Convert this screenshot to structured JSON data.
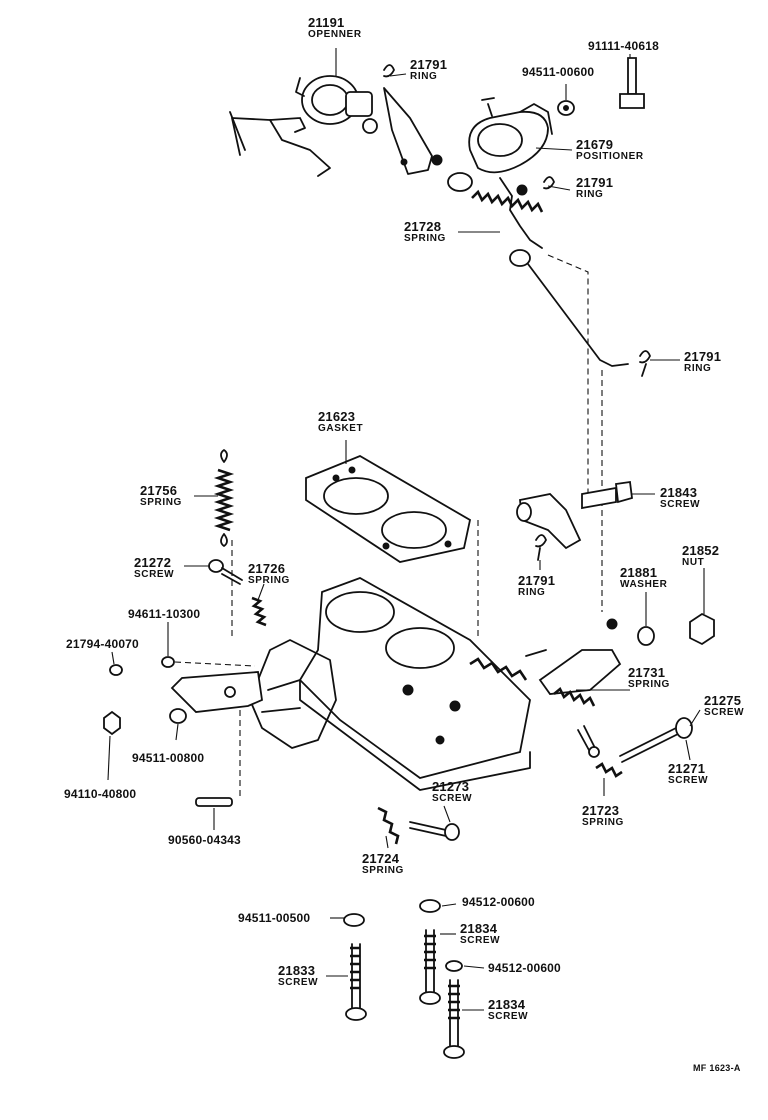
{
  "diagram_title": "",
  "footer_code": "MF 1623-A",
  "callouts": {
    "c21191": {
      "number": "21191",
      "name": "OPENNER"
    },
    "c21791a": {
      "number": "21791",
      "name": "RING"
    },
    "c91111": {
      "number": "91111-40618",
      "name": ""
    },
    "c94511a": {
      "number": "94511-00600",
      "name": ""
    },
    "c21679": {
      "number": "21679",
      "name": "POSITIONER"
    },
    "c21791b": {
      "number": "21791",
      "name": "RING"
    },
    "c21728": {
      "number": "21728",
      "name": "SPRING"
    },
    "c21791c": {
      "number": "21791",
      "name": "RING"
    },
    "c21623": {
      "number": "21623",
      "name": "GASKET"
    },
    "c21756": {
      "number": "21756",
      "name": "SPRING"
    },
    "c21843": {
      "number": "21843",
      "name": "SCREW"
    },
    "c21852": {
      "number": "21852",
      "name": "NUT"
    },
    "c21272": {
      "number": "21272",
      "name": "SCREW"
    },
    "c21726": {
      "number": "21726",
      "name": "SPRING"
    },
    "c21791d": {
      "number": "21791",
      "name": "RING"
    },
    "c21881": {
      "number": "21881",
      "name": "WASHER"
    },
    "c94611": {
      "number": "94611-10300",
      "name": ""
    },
    "c21794": {
      "number": "21794-40070",
      "name": ""
    },
    "c21731": {
      "number": "21731",
      "name": "SPRING"
    },
    "c21275": {
      "number": "21275",
      "name": "SCREW"
    },
    "c94511b": {
      "number": "94511-00800",
      "name": ""
    },
    "c94110": {
      "number": "94110-40800",
      "name": ""
    },
    "c21271": {
      "number": "21271",
      "name": "SCREW"
    },
    "c21273": {
      "number": "21273",
      "name": "SCREW"
    },
    "c21723": {
      "number": "21723",
      "name": "SPRING"
    },
    "c90560": {
      "number": "90560-04343",
      "name": ""
    },
    "c21724": {
      "number": "21724",
      "name": "SPRING"
    },
    "c94512a": {
      "number": "94512-00600",
      "name": ""
    },
    "c94511c": {
      "number": "94511-00500",
      "name": ""
    },
    "c21834a": {
      "number": "21834",
      "name": "SCREW"
    },
    "c21833": {
      "number": "21833",
      "name": "SCREW"
    },
    "c94512b": {
      "number": "94512-00600",
      "name": ""
    },
    "c21834b": {
      "number": "21834",
      "name": "SCREW"
    }
  }
}
